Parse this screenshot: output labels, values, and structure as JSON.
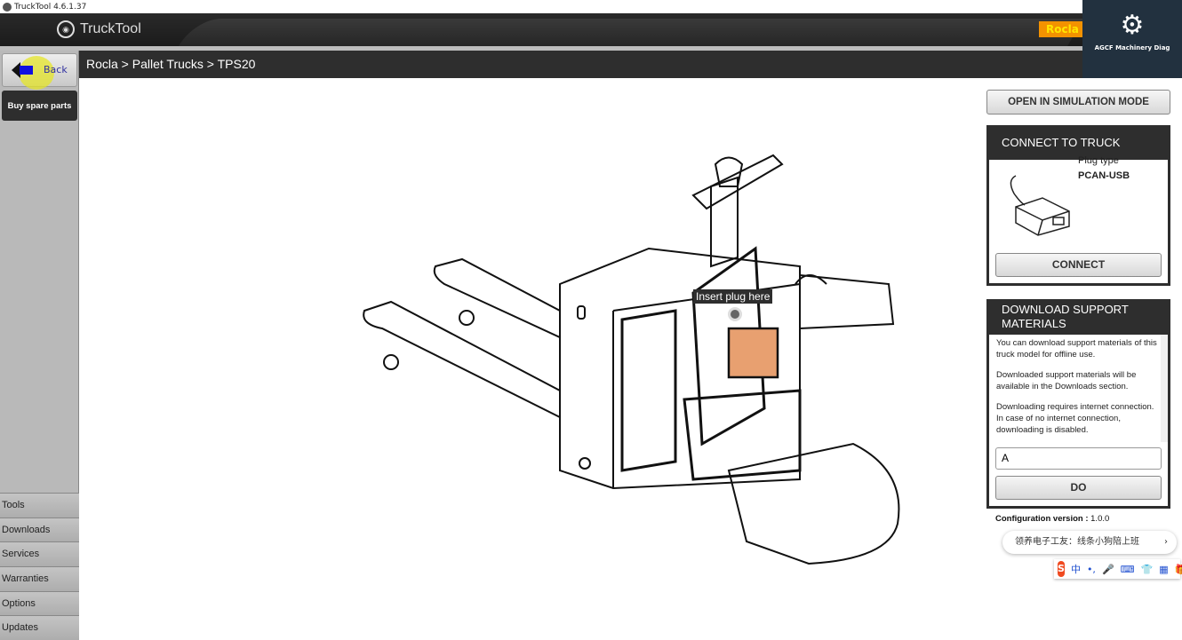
{
  "window": {
    "title": "TruckTool 4.6.1.37"
  },
  "header": {
    "brand": "TruckTool",
    "manufacturer_badge": "Rocla",
    "watermark": "AGCF Machinery Diag"
  },
  "sidebar": {
    "back_label": "Back",
    "buy_label": "Buy spare parts",
    "items": [
      {
        "label": "Tools"
      },
      {
        "label": "Downloads"
      },
      {
        "label": "Services"
      },
      {
        "label": "Warranties"
      },
      {
        "label": "Options"
      },
      {
        "label": "Updates"
      }
    ]
  },
  "breadcrumb": "Rocla > Pallet Trucks > TPS20",
  "diagram": {
    "plug_label": "Insert plug here"
  },
  "right": {
    "simulation_label": "OPEN IN SIMULATION MODE",
    "connect": {
      "title": "CONNECT TO TRUCK",
      "plug_type_label": "Plug type",
      "plug_type_value": "PCAN-USB",
      "button": "CONNECT"
    },
    "download": {
      "title": "DOWNLOAD SUPPORT MATERIALS",
      "paragraphs": [
        "You can download support materials of this truck model for offline use.",
        "Downloaded support materials will be available in the Downloads section.",
        "Downloading requires internet connection. In case of no internet connection, downloading is disabled."
      ],
      "field_value": "A",
      "button": "DO"
    },
    "config_label": "Configuration version :",
    "config_value": "1.0.0"
  },
  "ime": {
    "popup_text": "领养电子工友：线条小狗陪上班",
    "logo": "S",
    "items": [
      "中",
      "•,",
      "🎤",
      "⌨",
      "👕",
      "▦",
      "🎁"
    ]
  },
  "colors": {
    "accent": "#f39200",
    "dark": "#2e2e2e",
    "sidebar": "#b9b9b9"
  }
}
